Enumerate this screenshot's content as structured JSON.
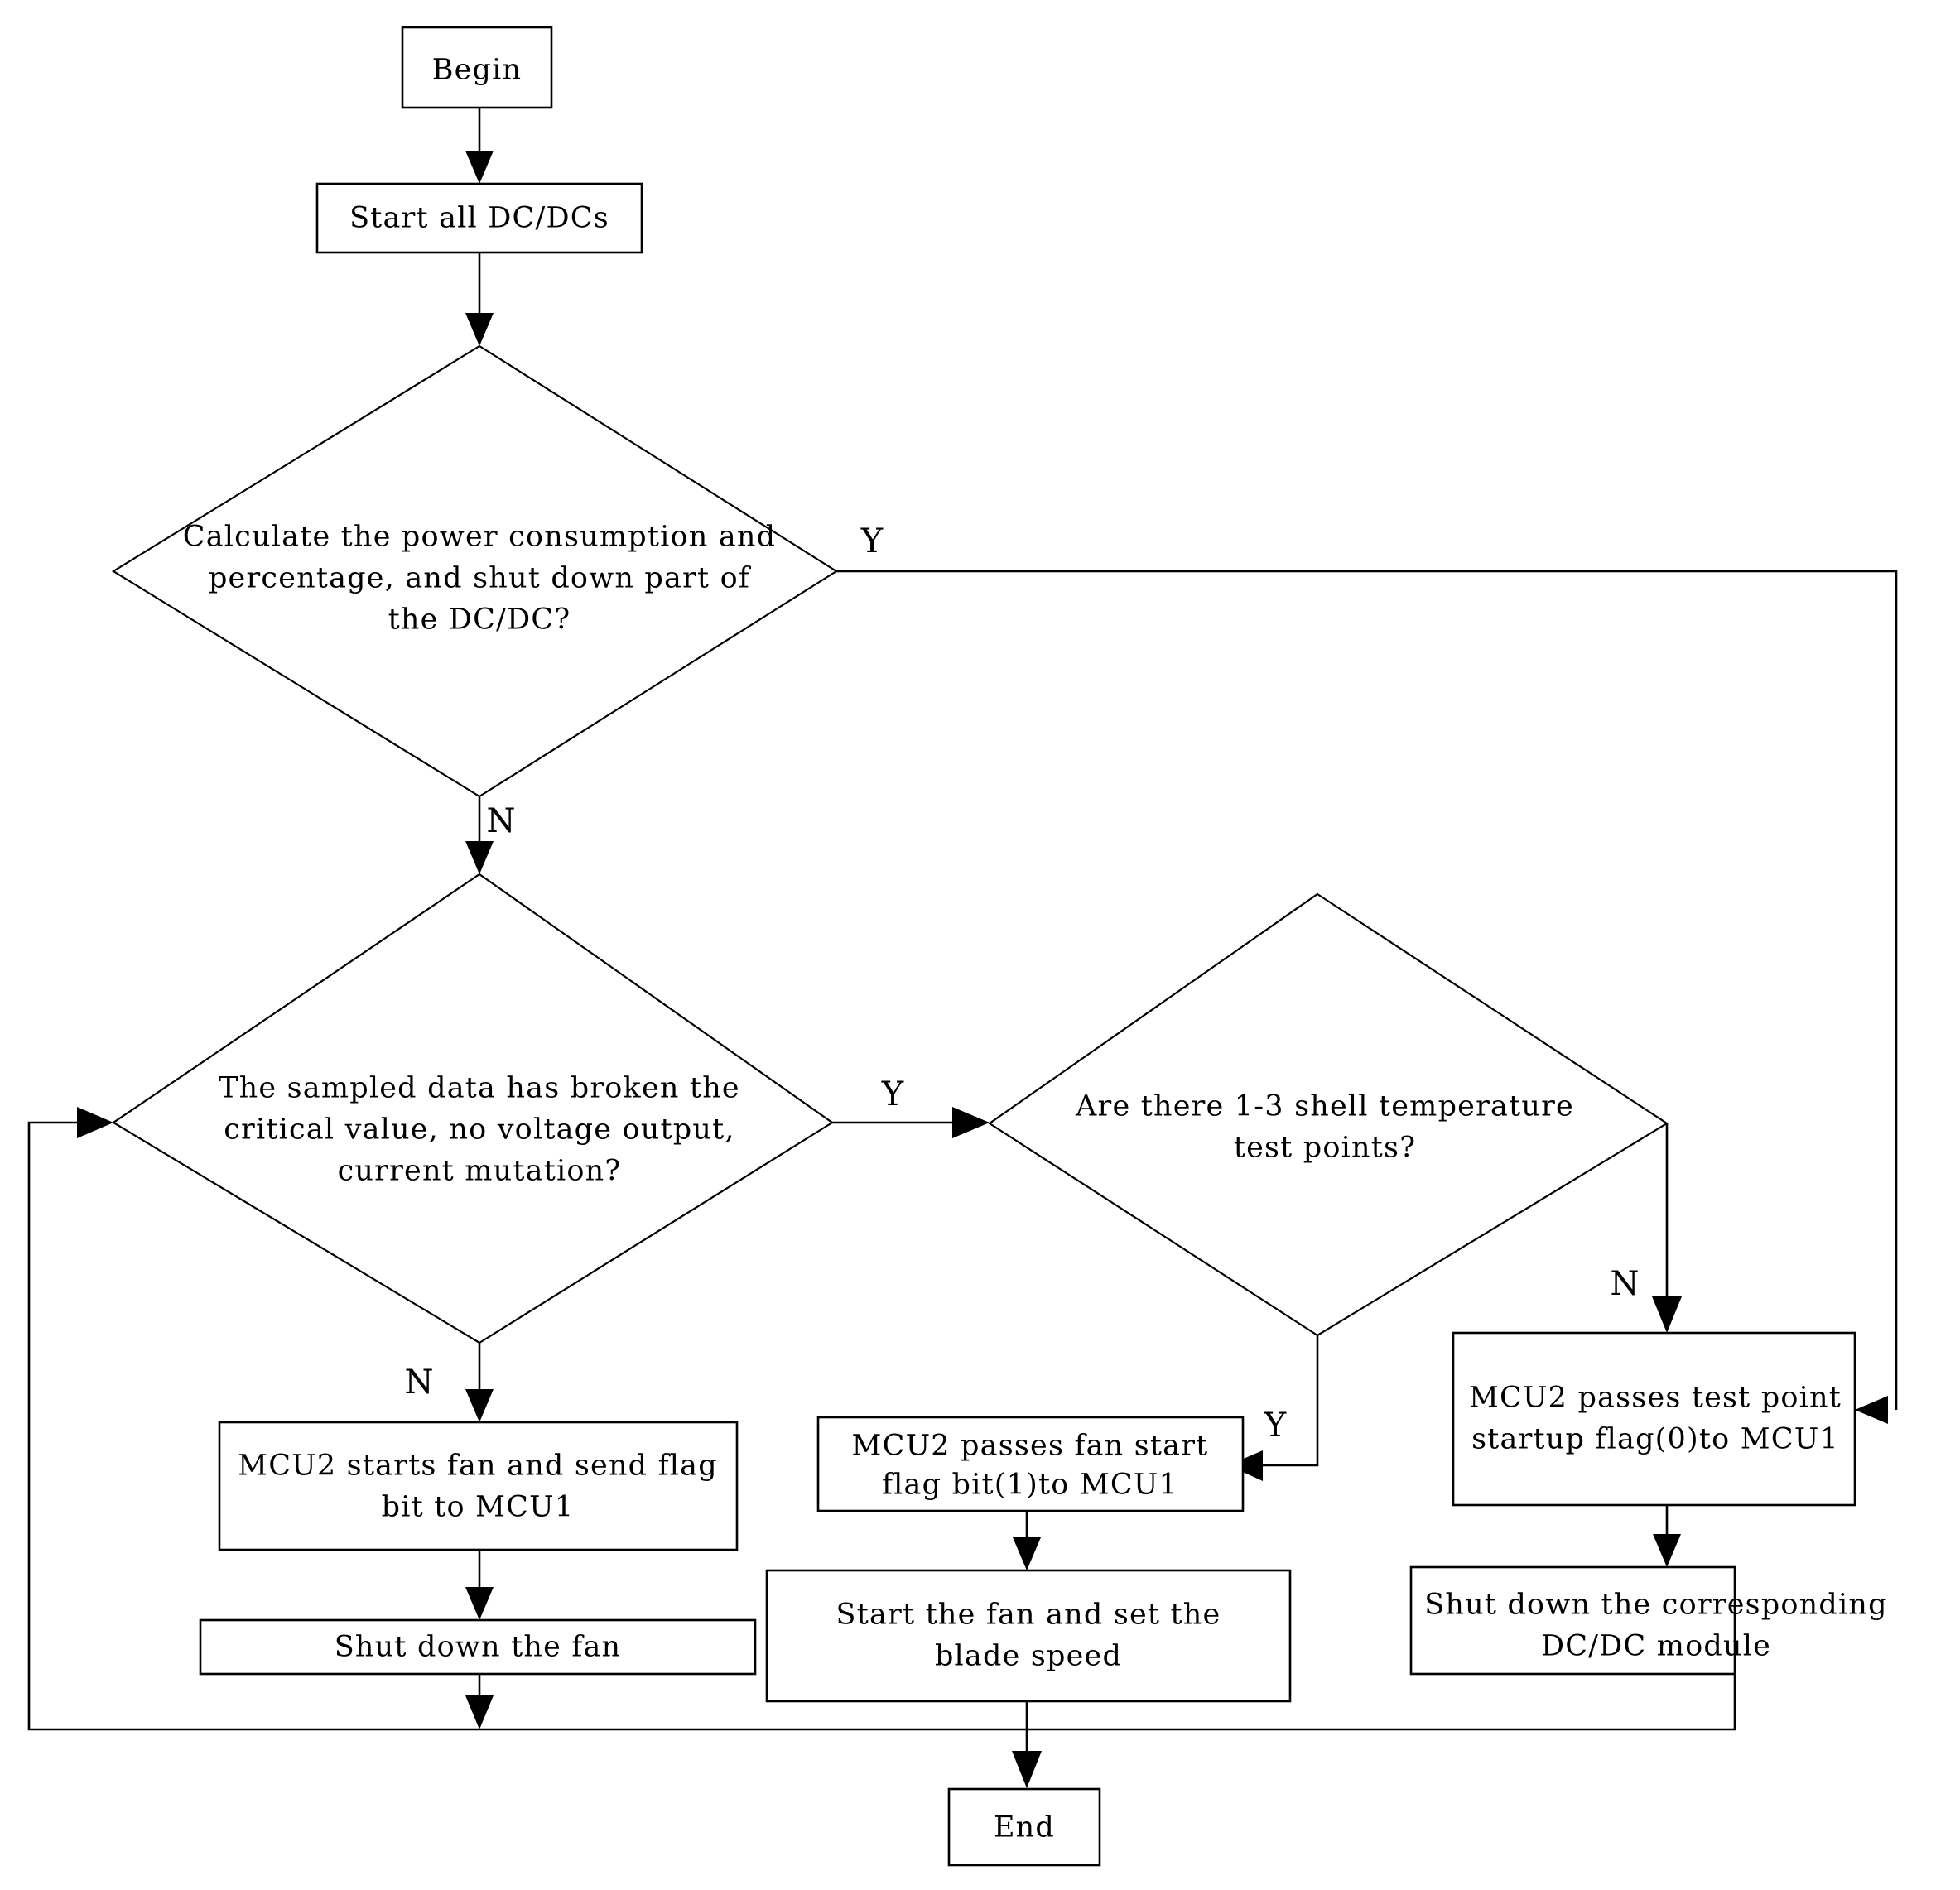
{
  "diagram": {
    "title": "DC/DC power and fan control flowchart",
    "colors": {
      "stroke": "#000000",
      "fill": "#ffffff",
      "text": "#000000"
    },
    "nodes": {
      "begin": {
        "label": "Begin",
        "shape": "rectangle"
      },
      "start_dcdcs": {
        "label": "Start all DC/DCs",
        "shape": "rectangle"
      },
      "calc_power": {
        "shape": "diamond",
        "line1": "Calculate the power consumption and",
        "line2": "percentage, and shut down part of",
        "line3": "the DC/DC?"
      },
      "sampled_data": {
        "shape": "diamond",
        "line1": "The sampled data has broken the",
        "line2": "critical value, no voltage output,",
        "line3": "current mutation?"
      },
      "shell_temp": {
        "shape": "diamond",
        "line1": "Are there 1-3 shell temperature",
        "line2": "test points?"
      },
      "mcu2_start_fan": {
        "shape": "rectangle",
        "line1": "MCU2 starts fan and send flag",
        "line2": "bit to MCU1"
      },
      "shut_down_fan": {
        "shape": "rectangle",
        "line1": "Shut down the fan"
      },
      "mcu2_pass_fan_flag": {
        "shape": "rectangle",
        "line1": "MCU2 passes fan start",
        "line2": "flag bit(1)to MCU1"
      },
      "start_fan_blade": {
        "shape": "rectangle",
        "line1": "Start the fan and set the",
        "line2": "blade speed"
      },
      "mcu2_pass_test_point": {
        "shape": "rectangle",
        "line1": "MCU2 passes test point",
        "line2": "startup flag(0)to MCU1"
      },
      "shut_down_dcdc": {
        "shape": "rectangle",
        "line1": "Shut down the corresponding",
        "line2": "DC/DC module"
      },
      "end": {
        "label": "End",
        "shape": "rectangle"
      }
    },
    "branch_labels": {
      "calc_power_yes": "Y",
      "calc_power_no": "N",
      "sampled_data_yes": "Y",
      "sampled_data_no": "N",
      "shell_temp_yes": "Y",
      "shell_temp_no": "N"
    }
  }
}
